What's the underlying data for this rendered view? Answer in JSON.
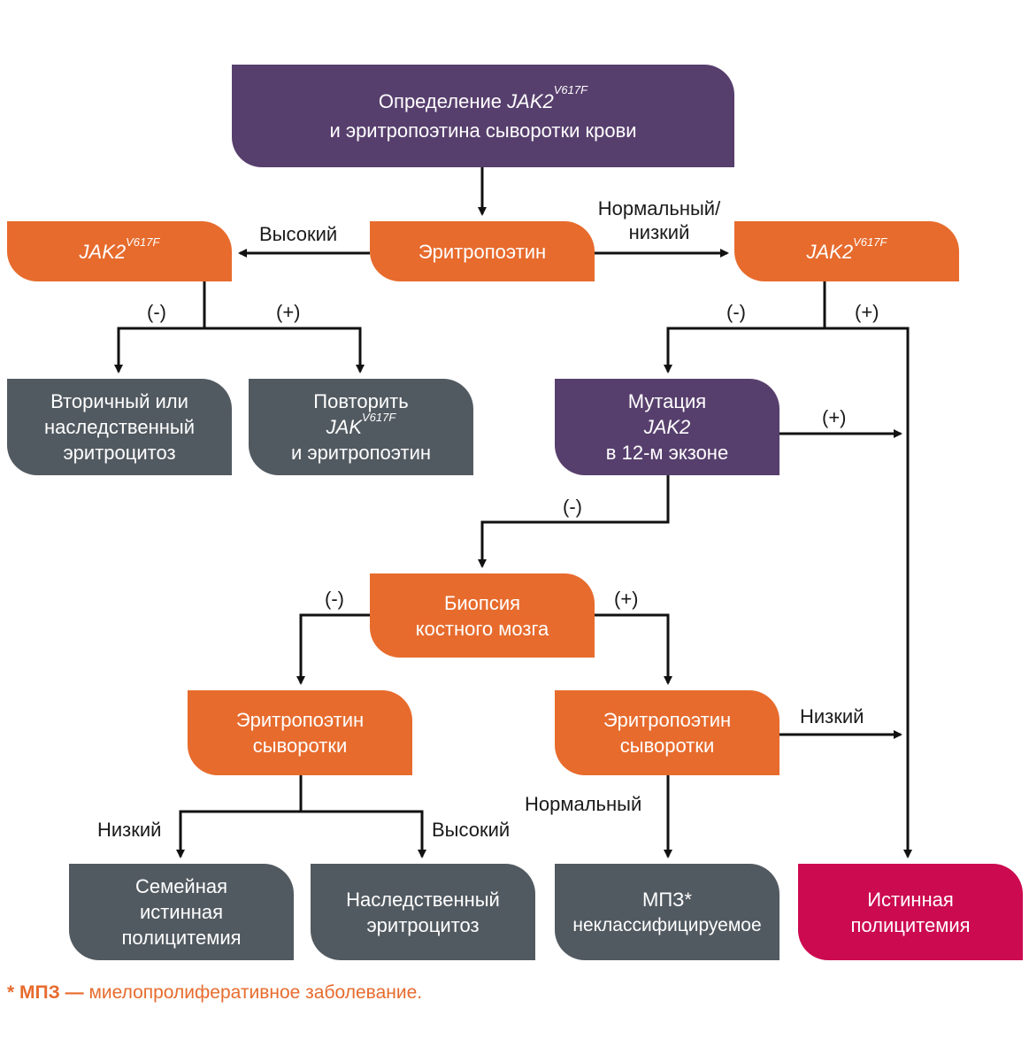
{
  "nodes": {
    "start": {
      "line1": "Определение",
      "gene": "JAK2",
      "gene_sup": "V617F",
      "line2": "и эритропоэтина сыворотки крови"
    },
    "epo_top": {
      "label": "Эритропоэтин"
    },
    "jak2_left": {
      "gene": "JAK2",
      "gene_sup": "V617F"
    },
    "jak2_right": {
      "gene": "JAK2",
      "gene_sup": "V617F"
    },
    "secondary": {
      "line1": "Вторичный или",
      "line2": "наследственный",
      "line3": "эритроцитоз"
    },
    "repeat": {
      "line1": "Повторить",
      "gene": "JAK",
      "gene_sup": "V617F",
      "line3": "и эритропоэтин"
    },
    "mutation": {
      "line1": "Мутация",
      "gene": "JAK2",
      "line3": "в 12-м экзоне"
    },
    "biopsy": {
      "line1": "Биопсия",
      "line2": "костного мозга"
    },
    "epo_serum_left": {
      "line1": "Эритропоэтин",
      "line2": "сыворотки"
    },
    "epo_serum_right": {
      "line1": "Эритропоэтин",
      "line2": "сыворотки"
    },
    "familial": {
      "line1": "Семейная",
      "line2": "истинная",
      "line3": "полицитемия"
    },
    "hereditary": {
      "line1": "Наследственный",
      "line2": "эритроцитоз"
    },
    "mpz": {
      "line1": "МПЗ*",
      "line2": "неклассифицируемое"
    },
    "true_pv": {
      "line1": "Истинная",
      "line2": "полицитемия"
    }
  },
  "edge_labels": {
    "high_top": "Высокий",
    "normal_low_1": "Нормальный/",
    "normal_low_2": "низкий",
    "left_neg": "(-)",
    "left_pos": "(+)",
    "right_neg": "(-)",
    "right_pos": "(+)",
    "mutation_pos": "(+)",
    "mutation_neg": "(-)",
    "biopsy_neg": "(-)",
    "biopsy_pos": "(+)",
    "low_right": "Низкий",
    "normal_right": "Нормальный",
    "low_left": "Низкий",
    "high_left": "Высокий"
  },
  "footnote": {
    "abbr": "* МПЗ —",
    "text": "миелопролиферативное заболевание."
  },
  "colors": {
    "purple": "#573f6d",
    "orange": "#e76b2d",
    "gray": "#525a61",
    "magenta": "#cc0a4f",
    "line": "#111111"
  }
}
